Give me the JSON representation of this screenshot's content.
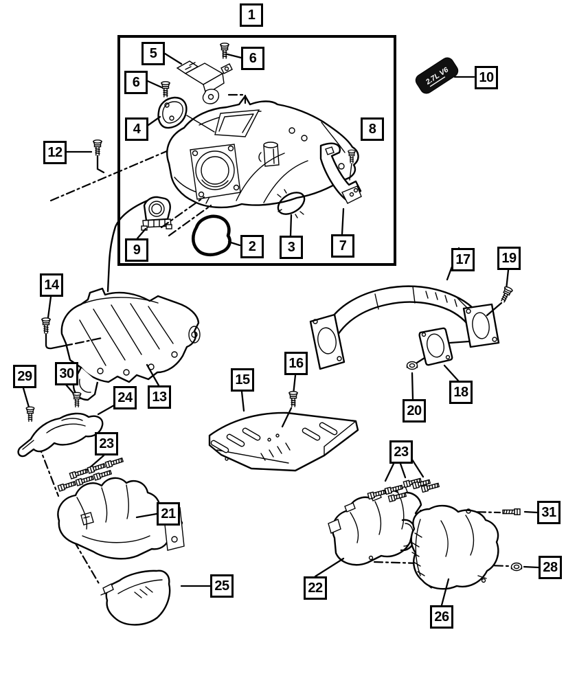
{
  "colors": {
    "ink": "#000000",
    "paper": "#ffffff",
    "badge_bg": "#111111",
    "badge_text": "#ffffff"
  },
  "badge": {
    "text": "2.7L V6"
  },
  "callouts": {
    "c1": {
      "label": "1"
    },
    "c5": {
      "label": "5"
    },
    "c6a": {
      "label": "6"
    },
    "c6b": {
      "label": "6"
    },
    "c4": {
      "label": "4"
    },
    "c8": {
      "label": "8"
    },
    "c12": {
      "label": "12"
    },
    "c9": {
      "label": "9"
    },
    "c2": {
      "label": "2"
    },
    "c3": {
      "label": "3"
    },
    "c7": {
      "label": "7"
    },
    "c10": {
      "label": "10"
    },
    "c17": {
      "label": "17"
    },
    "c19": {
      "label": "19"
    },
    "c14": {
      "label": "14"
    },
    "c13": {
      "label": "13"
    },
    "c29": {
      "label": "29"
    },
    "c30": {
      "label": "30"
    },
    "c24": {
      "label": "24"
    },
    "c23a": {
      "label": "23"
    },
    "c15": {
      "label": "15"
    },
    "c16": {
      "label": "16"
    },
    "c18": {
      "label": "18"
    },
    "c20": {
      "label": "20"
    },
    "c21": {
      "label": "21"
    },
    "c23b": {
      "label": "23"
    },
    "c25": {
      "label": "25"
    },
    "c31": {
      "label": "31"
    },
    "c28": {
      "label": "28"
    },
    "c22": {
      "label": "22"
    },
    "c26": {
      "label": "26"
    }
  }
}
